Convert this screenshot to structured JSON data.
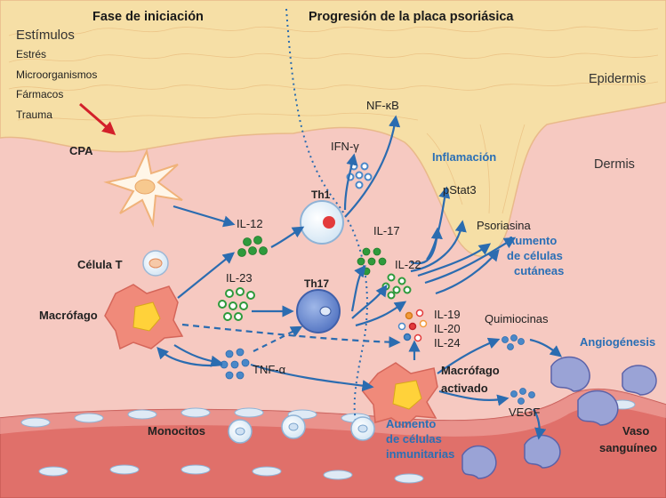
{
  "headers": {
    "initiation": "Fase de iniciación",
    "progression": "Progresión de la placa psoriásica"
  },
  "stimuli": {
    "title": "Estímulos",
    "items": [
      "Estrés",
      "Microorganismos",
      "Fármacos",
      "Trauma"
    ]
  },
  "layers": {
    "epidermis": "Epidermis",
    "dermis": "Dermis"
  },
  "cells": {
    "apc": "CPA",
    "t_cell": "Célula T",
    "macrophage": "Macrófago",
    "th1": "Th1",
    "th17": "Th17",
    "monocytes": "Monocitos",
    "activated_macrophage_line1": "Macrófago",
    "activated_macrophage_line2": "activado"
  },
  "mediators": {
    "il12": "IL-12",
    "il23": "IL-23",
    "tnf": "TNF-α",
    "ifn": "IFN-γ",
    "nfkb": "NF-κB",
    "il17": "IL-17",
    "il22": "IL-22",
    "il19": "IL-19",
    "il20": "IL-20",
    "il24": "IL-24",
    "pstat3": "pStat3",
    "psoriasin": "Psoriasina",
    "chemokines": "Quimiocinas",
    "vegf": "VEGF"
  },
  "effects": {
    "inflammation": "Inflamación",
    "skin_cells": [
      "Aumento",
      "de células",
      "cutáneas"
    ],
    "angiogenesis": "Angiogénesis",
    "immune_cells": [
      "Aumento",
      "de células",
      "inmunitarias"
    ],
    "vessel": [
      "Vaso",
      "sanguíneo"
    ]
  },
  "colors": {
    "arrow": "#2b6cb0",
    "accent_blue": "#2a6fb5",
    "stimulus_arrow": "#d3202a",
    "dermis": "#f6c9c1",
    "epidermis": "#f6dfa6",
    "vessel": "#e0706a",
    "cytokine_green": "#2e9a3c",
    "cytokine_blue": "#4a88c8"
  }
}
